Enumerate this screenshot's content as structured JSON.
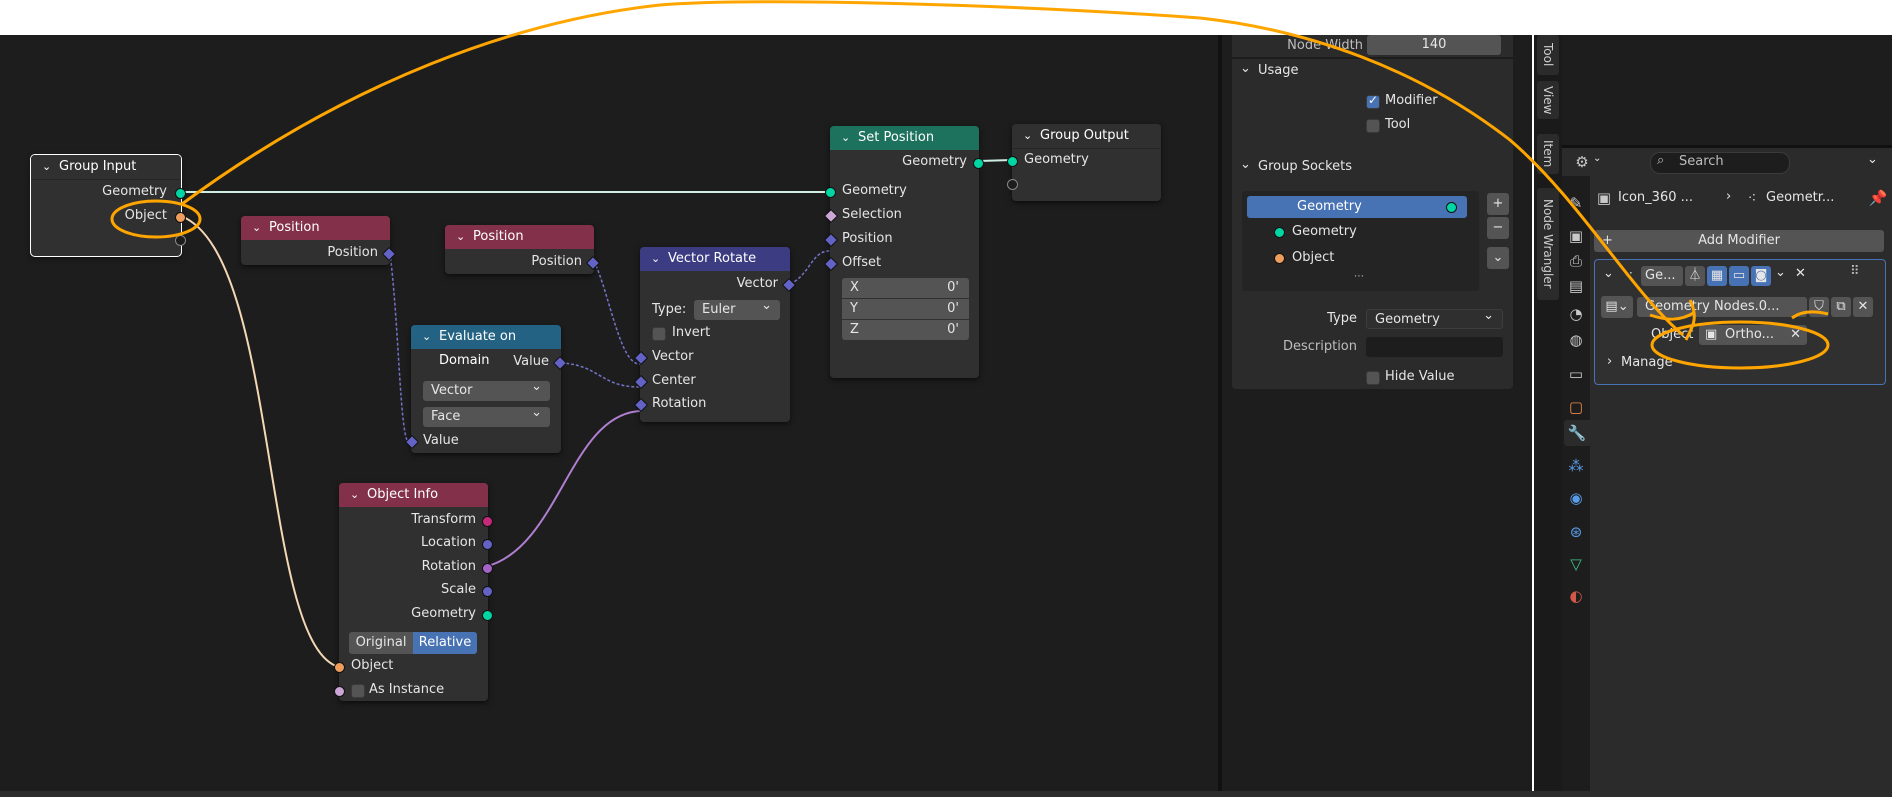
{
  "node_width": {
    "label": "Node Width",
    "value": "140"
  },
  "usage": {
    "title": "Usage",
    "modifier": "Modifier",
    "tool": "Tool"
  },
  "group_sockets": {
    "title": "Group Sockets",
    "items": [
      "Geometry",
      "Geometry",
      "Object"
    ],
    "type_label": "Type",
    "type_value": "Geometry",
    "description_label": "Description",
    "description_value": "",
    "hide_value": "Hide Value"
  },
  "side_tabs": [
    "Tool",
    "View",
    "Item",
    "Node Wrangler"
  ],
  "header": {
    "search_placeholder": "Search",
    "object_name": "Icon_360 ...",
    "modifier_name": "Geometr..."
  },
  "modifier": {
    "add_label": "Add Modifier",
    "short_name": "Ge...",
    "node_group": "Geometry Nodes.0...",
    "object_label": "Object",
    "object_value": "Ortho...",
    "manage": "Manage"
  },
  "nodes": {
    "group_input": {
      "title": "Group Input",
      "geometry": "Geometry",
      "object": "Object"
    },
    "position1": {
      "title": "Position",
      "output": "Position"
    },
    "position2": {
      "title": "Position",
      "output": "Position"
    },
    "evaluate": {
      "title": "Evaluate on Domain",
      "value_out": "Value",
      "type": "Vector",
      "domain": "Face",
      "value_in": "Value"
    },
    "vector_rotate": {
      "title": "Vector Rotate",
      "vector_out": "Vector",
      "type_label": "Type:",
      "type_value": "Euler",
      "invert": "Invert",
      "vector_in": "Vector",
      "center": "Center",
      "rotation": "Rotation"
    },
    "set_position": {
      "title": "Set Position",
      "geometry_out": "Geometry",
      "geometry_in": "Geometry",
      "selection": "Selection",
      "position": "Position",
      "offset": "Offset",
      "x_label": "X",
      "x": "0'",
      "y_label": "Y",
      "y": "0'",
      "z_label": "Z",
      "z": "0'"
    },
    "group_output": {
      "title": "Group Output",
      "geometry": "Geometry"
    },
    "object_info": {
      "title": "Object Info",
      "transform": "Transform",
      "location": "Location",
      "rotation": "Rotation",
      "scale": "Scale",
      "geometry": "Geometry",
      "original": "Original",
      "relative": "Relative",
      "object": "Object",
      "as_instance": "As Instance"
    }
  },
  "colors": {
    "geometry_socket": "#00d6a3",
    "vector_socket": "#6363c7",
    "object_socket": "#ed9e5c",
    "rotation_socket": "#a663c7",
    "matrix_socket": "#c7297a",
    "header_input": "#83314a",
    "header_converter": "#3c3c83",
    "header_geometry": "#1d725e",
    "header_field": "#246283",
    "accent": "#4772b3",
    "annotation": "#ffa500"
  }
}
